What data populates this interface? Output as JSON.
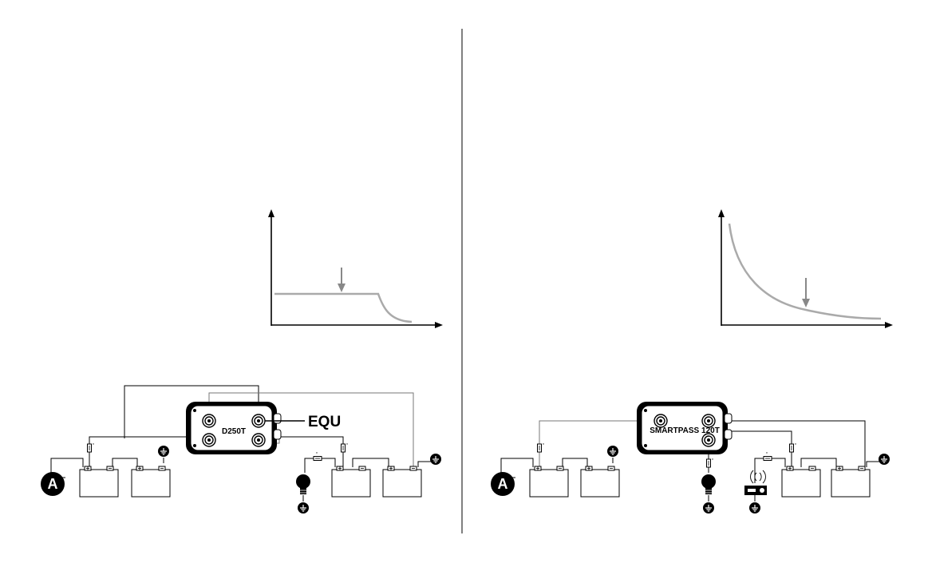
{
  "left": {
    "device_label": "D250T",
    "equ_label": "EQU",
    "badge_label": "A"
  },
  "right": {
    "device_label": "SMARTPASS 120T",
    "badge_label": "A"
  },
  "colors": {
    "line": "#000000",
    "wire_gray": "#777777",
    "curve": "#aaaaaa",
    "arrow": "#888888"
  }
}
